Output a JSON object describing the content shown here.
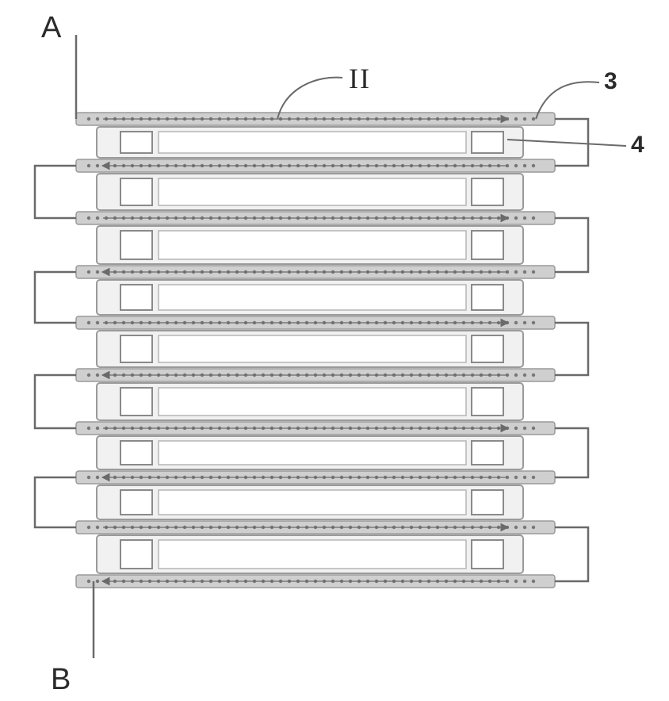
{
  "labels": {
    "inlet": "A",
    "outlet": "B",
    "flow_channel": "II",
    "part_3": "3",
    "part_4": "4"
  },
  "colors": {
    "line": "#6a6a6a",
    "plate_fill": "#f1f1f1",
    "plate_stroke": "#9a9a9a",
    "channel_fill": "#cfcfcf",
    "dot": "#777777",
    "background": "#ffffff"
  }
}
